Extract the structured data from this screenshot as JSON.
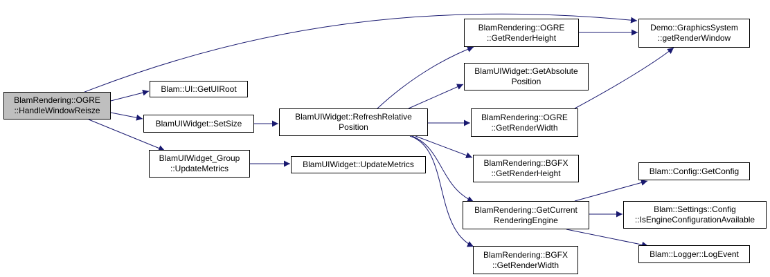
{
  "diagram": {
    "colors": {
      "edge": "#191970",
      "node_border": "#000000",
      "root_fill": "#bfbfbf",
      "node_fill": "#ffffff"
    },
    "nodes": {
      "handle_window_reisze": {
        "lines": [
          "BlamRendering::OGRE",
          "::HandleWindowReisze"
        ]
      },
      "get_ui_root": {
        "lines": [
          "Blam::UI::GetUIRoot"
        ]
      },
      "set_size": {
        "lines": [
          "BlamUIWidget::SetSize"
        ]
      },
      "group_update_metrics": {
        "lines": [
          "BlamUIWidget_Group",
          "::UpdateMetrics"
        ]
      },
      "refresh_relative_position": {
        "lines": [
          "BlamUIWidget::RefreshRelative",
          "Position"
        ]
      },
      "widget_update_metrics": {
        "lines": [
          "BlamUIWidget::UpdateMetrics"
        ]
      },
      "ogre_get_render_height": {
        "lines": [
          "BlamRendering::OGRE",
          "::GetRenderHeight"
        ]
      },
      "get_absolute_position": {
        "lines": [
          "BlamUIWidget::GetAbsolute",
          "Position"
        ]
      },
      "ogre_get_render_width": {
        "lines": [
          "BlamRendering::OGRE",
          "::GetRenderWidth"
        ]
      },
      "bgfx_get_render_height": {
        "lines": [
          "BlamRendering::BGFX",
          "::GetRenderHeight"
        ]
      },
      "get_current_rendering_engine": {
        "lines": [
          "BlamRendering::GetCurrent",
          "RenderingEngine"
        ]
      },
      "bgfx_get_render_width": {
        "lines": [
          "BlamRendering::BGFX",
          "::GetRenderWidth"
        ]
      },
      "get_render_window": {
        "lines": [
          "Demo::GraphicsSystem",
          "::getRenderWindow"
        ]
      },
      "get_config": {
        "lines": [
          "Blam::Config::GetConfig"
        ]
      },
      "is_engine_configuration_available": {
        "lines": [
          "Blam::Settings::Config",
          "::IsEngineConfigurationAvailable"
        ]
      },
      "log_event": {
        "lines": [
          "Blam::Logger::LogEvent"
        ]
      }
    },
    "edges": [
      [
        "handle_window_reisze",
        "get_render_window"
      ],
      [
        "handle_window_reisze",
        "get_ui_root"
      ],
      [
        "handle_window_reisze",
        "set_size"
      ],
      [
        "handle_window_reisze",
        "group_update_metrics"
      ],
      [
        "set_size",
        "refresh_relative_position"
      ],
      [
        "group_update_metrics",
        "widget_update_metrics"
      ],
      [
        "refresh_relative_position",
        "ogre_get_render_height"
      ],
      [
        "refresh_relative_position",
        "get_absolute_position"
      ],
      [
        "refresh_relative_position",
        "ogre_get_render_width"
      ],
      [
        "refresh_relative_position",
        "bgfx_get_render_height"
      ],
      [
        "refresh_relative_position",
        "get_current_rendering_engine"
      ],
      [
        "refresh_relative_position",
        "bgfx_get_render_width"
      ],
      [
        "ogre_get_render_height",
        "get_render_window"
      ],
      [
        "ogre_get_render_width",
        "get_render_window"
      ],
      [
        "get_current_rendering_engine",
        "get_config"
      ],
      [
        "get_current_rendering_engine",
        "is_engine_configuration_available"
      ],
      [
        "get_current_rendering_engine",
        "log_event"
      ]
    ]
  }
}
